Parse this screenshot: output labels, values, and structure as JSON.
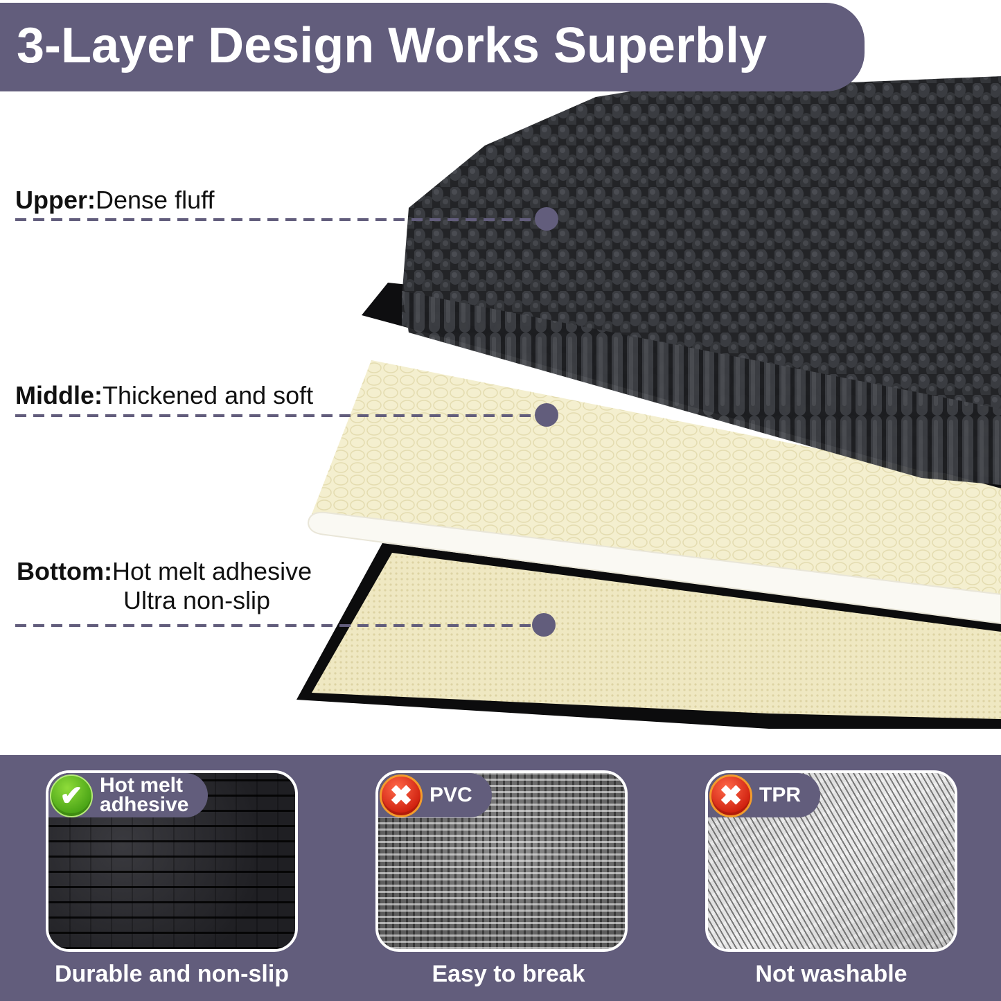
{
  "header": {
    "title": "3-Layer Design Works Superbly"
  },
  "colors": {
    "accent": "#625d7c",
    "background": "#ffffff",
    "text": "#111111",
    "check_green": "#4aa416",
    "cross_red": "#d0210f"
  },
  "layers": [
    {
      "label": "Upper:",
      "description": "Dense fluff",
      "description_line2": null,
      "icon": "fluff-layer"
    },
    {
      "label": "Middle:",
      "description": "Thickened and soft",
      "description_line2": null,
      "icon": "foam-layer"
    },
    {
      "label": "Bottom:",
      "description": "Hot melt adhesive",
      "description_line2": "Ultra non-slip",
      "icon": "backing-layer"
    }
  ],
  "comparison": [
    {
      "tag": "Hot melt\nadhesive",
      "status_icon": "check-icon",
      "status_glyph": "✔",
      "caption": "Durable and non-slip"
    },
    {
      "tag": "PVC",
      "status_icon": "cross-icon",
      "status_glyph": "✖",
      "caption": "Easy to break"
    },
    {
      "tag": "TPR",
      "status_icon": "cross-icon",
      "status_glyph": "✖",
      "caption": "Not washable"
    }
  ]
}
